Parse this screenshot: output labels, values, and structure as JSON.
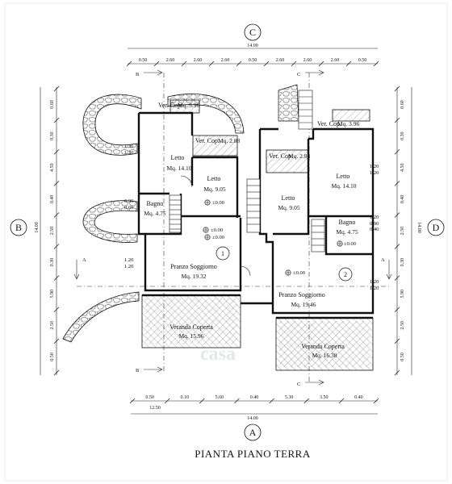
{
  "title": "PIANTA PIANO TERRA",
  "axis_labels": {
    "top": "C",
    "bottom": "A",
    "left": "B",
    "right": "D"
  },
  "section_marks": {
    "a": "A",
    "b": "B",
    "c": "C"
  },
  "top_dims": [
    "0.50",
    "2.60",
    "2.60",
    "2.60",
    "0.50",
    "2.60",
    "2.60",
    "2.60",
    "0.50"
  ],
  "top_total": "14.00",
  "bottom_dims": [
    "0.50",
    "0.10",
    "5.60",
    "0.40",
    "5.30",
    "3.50",
    "0.40"
  ],
  "bottom_total": "14.00",
  "bottom_scale": "12.50",
  "left_dims": [
    "0.60",
    "0.30",
    "4.50",
    "0.40",
    "2.50",
    "0.30",
    "5.90",
    "2.50",
    "0.50"
  ],
  "left_total": "14.00",
  "right_dims": [
    "0.60",
    "0.30",
    "4.50",
    "0.40",
    "2.50",
    "0.30",
    "5.90",
    "2.50",
    "0.50"
  ],
  "right_total": "14.00",
  "unit1": {
    "number": "1",
    "rooms": [
      {
        "name": "Ver. Cop.",
        "area": "Mq. 3.96"
      },
      {
        "name": "Letto",
        "area": "Mq. 14.10"
      },
      {
        "name": "Ver. Cop.",
        "area": "Mq. 2.88"
      },
      {
        "name": "Letto",
        "area": "Mq. 9.05"
      },
      {
        "name": "Bagno",
        "area": "Mq. 4.75"
      },
      {
        "name": "Pranzo Soggiorno",
        "area": "Mq. 19.32"
      },
      {
        "name": "Veranda Coperta",
        "area": "Mq. 15.96"
      }
    ],
    "levels": [
      "±0.00",
      "±0.00",
      "±0.00"
    ]
  },
  "unit2": {
    "number": "2",
    "rooms": [
      {
        "name": "Ver. Cop.",
        "area": "Mq. 3.96"
      },
      {
        "name": "Ver. Cop.",
        "area": "Mq. 2.88"
      },
      {
        "name": "Letto",
        "area": "Mq. 14.10"
      },
      {
        "name": "Letto",
        "area": "Mq. 9.05"
      },
      {
        "name": "Bagno",
        "area": "Mq. 4.75"
      },
      {
        "name": "Pranzo Soggiorno",
        "area": "Mq. 19.46"
      },
      {
        "name": "Veranda Coperta",
        "area": "Mq. 16.38"
      }
    ],
    "levels": [
      "±0.00",
      "±0.00"
    ]
  },
  "openings": [
    "1.20",
    "1.20",
    "0.90",
    "0.60",
    "1.20",
    "1.20",
    "1.20",
    "1.20",
    "1.20",
    "0.90",
    "0.40",
    "1.20",
    "1.20"
  ],
  "watermark": "casa"
}
